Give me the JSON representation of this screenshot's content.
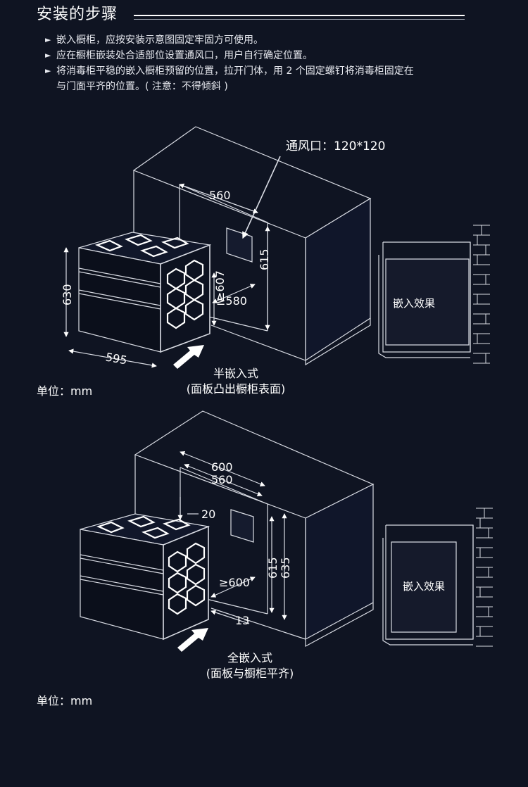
{
  "header": {
    "title": "安装的步骤"
  },
  "steps": [
    {
      "text": "嵌入橱柜，应按安装示意图固定牢固方可使用。"
    },
    {
      "text": "应在橱柜嵌装处合适部位设置通风口，用户自行确定位置。"
    },
    {
      "text": "将消毒柜平稳的嵌入橱柜预留的位置，拉开门体，用 2 个固定螺钉将消毒柜固定在",
      "text2": "与门面平齐的位置。( 注意：不得倾斜 )"
    }
  ],
  "diagram_top": {
    "vent_label": "通风口：120*120",
    "dim_560": "560",
    "dim_615": "615",
    "dim_607": "≥607",
    "dim_580": "≥580",
    "dim_630": "630",
    "dim_595": "595",
    "caption_line1": "半嵌入式",
    "caption_line2": "(面板凸出橱柜表面)",
    "unit": "单位：mm",
    "effect_label": "嵌入效果"
  },
  "diagram_bottom": {
    "dim_600": "600",
    "dim_560": "560",
    "dim_20": "20",
    "dim_615": "615",
    "dim_635": "635",
    "dim_600b": "≥600",
    "dim_13": "13",
    "caption_line1": "全嵌入式",
    "caption_line2": "(面板与橱柜平齐)",
    "unit": "单位：mm",
    "effect_label": "嵌入效果"
  }
}
